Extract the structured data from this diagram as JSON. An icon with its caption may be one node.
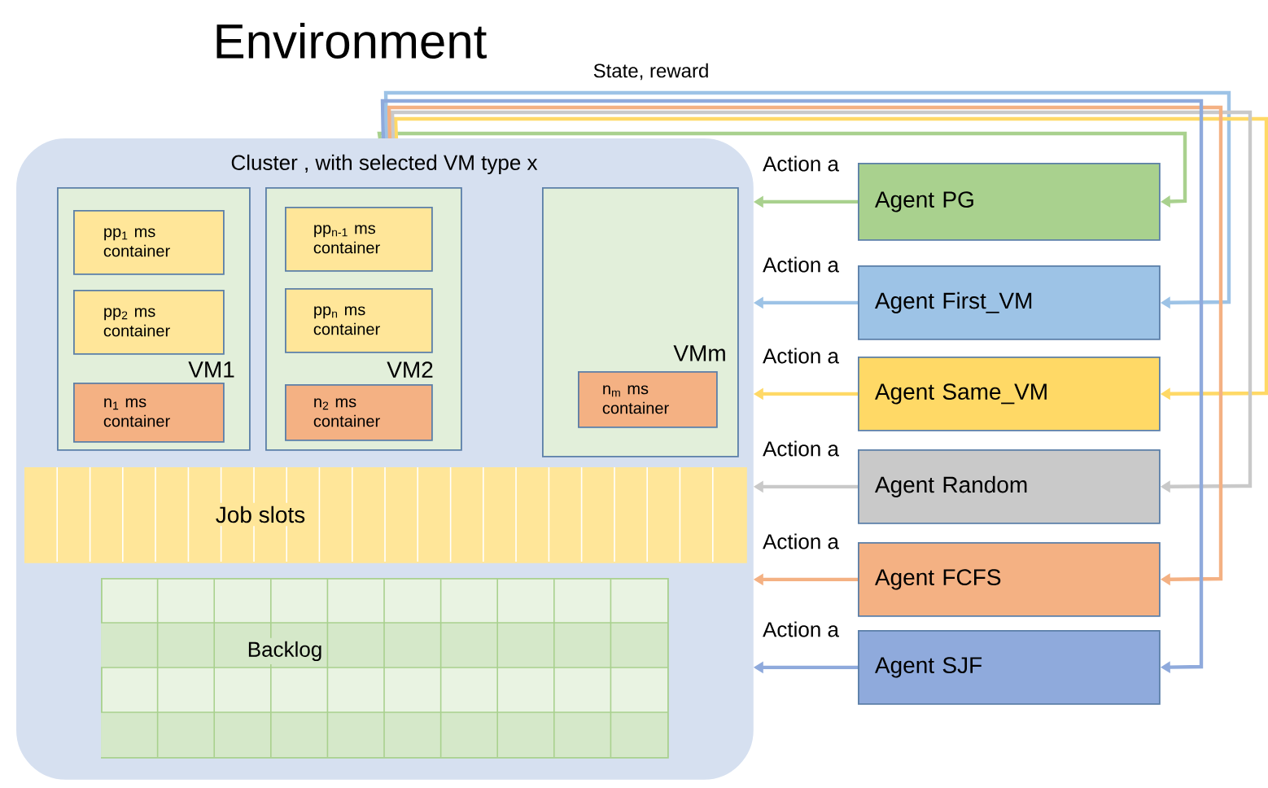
{
  "diagram": {
    "title": "Environment",
    "nodes": [
      {
        "text": [
          "Cluster , with selected VM type x"
        ]
      },
      {
        "text": [
          "VM1"
        ],
        "in": 0
      },
      {
        "text": [
          "pp$_{1}$ ms container"
        ],
        "in": 1
      },
      {
        "text": [
          "pp$_{2}$ ms container"
        ],
        "in": 1
      },
      {
        "text": [
          "n$_{1}$ ms container"
        ],
        "in": 1
      },
      {
        "text": [
          "VM2"
        ],
        "in": 0
      },
      {
        "text": [
          "pp$_{n-1}$ ms container"
        ],
        "in": 5
      },
      {
        "text": [
          "pp$_{n}$ ms container"
        ],
        "in": 5
      },
      {
        "text": [
          "n$_{2}$ ms container"
        ],
        "in": 5
      },
      {
        "text": [
          "VMm"
        ],
        "in": 0
      },
      {
        "text": [
          "n$_{m}$ ms container"
        ],
        "in": 9
      },
      {
        "text": [
          "Job slots"
        ],
        "in": 0
      },
      {
        "text": [
          "Backlog"
        ],
        "in": 0
      },
      {
        "text": [
          "Agent PG"
        ]
      },
      {
        "text": [
          "Agent First_VM"
        ]
      },
      {
        "text": [
          "Agent Same_VM"
        ]
      },
      {
        "text": [
          "Agent Random"
        ]
      },
      {
        "text": [
          "Agent FCFS"
        ]
      },
      {
        "text": [
          "Agent SJF"
        ]
      }
    ],
    "edges": [
      {
        "from": 13,
        "to": 0,
        "arrow": "to",
        "label": "Action a",
        "color": "#a9d18e"
      },
      {
        "from": 14,
        "to": 0,
        "arrow": "to",
        "label": "Action a",
        "color": "#9dc3e6"
      },
      {
        "from": 15,
        "to": 0,
        "arrow": "to",
        "label": "Action a",
        "color": "#ffd966"
      },
      {
        "from": 16,
        "to": 0,
        "arrow": "to",
        "label": "Action a",
        "color": "#c9c9c9"
      },
      {
        "from": 17,
        "to": 0,
        "arrow": "to",
        "label": "Action a",
        "color": "#f4b183"
      },
      {
        "from": 18,
        "to": 0,
        "arrow": "to",
        "label": "Action a",
        "color": "#8faadc"
      },
      {
        "from": 0,
        "to": 13,
        "arrow": "to",
        "color": "#a9d18e"
      },
      {
        "from": 0,
        "to": 14,
        "arrow": "to",
        "color": "#9dc3e6"
      },
      {
        "from": 0,
        "to": 15,
        "arrow": "to",
        "color": "#ffd966"
      },
      {
        "from": 0,
        "to": 16,
        "arrow": "to",
        "color": "#c9c9c9"
      },
      {
        "from": 0,
        "to": 17,
        "arrow": "to",
        "color": "#f4b183"
      },
      {
        "from": 0,
        "to": 18,
        "arrow": "to",
        "color": "#8faadc"
      }
    ],
    "labels": [
      "State, reward"
    ]
  }
}
